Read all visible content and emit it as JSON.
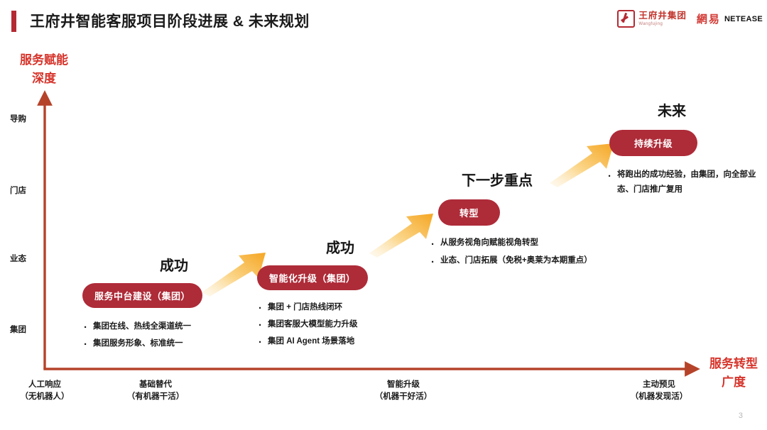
{
  "header": {
    "title": "王府井智能客服项目阶段进展 & 未来规划",
    "accent_color": "#B42A33",
    "logos": {
      "wangfujing": {
        "cn": "王府井集团",
        "en": "Wangfujing",
        "color": "#C0342C",
        "icon": "wangfujing-mark-icon"
      },
      "netease": {
        "cn": "網易",
        "en": "NETEASE",
        "cn_color": "#D33B36",
        "en_color": "#111111"
      }
    }
  },
  "axes": {
    "color": "#B5432A",
    "y": {
      "title_line1": "服务赋能",
      "title_line2": "深度",
      "title_color": "#D6342B",
      "ticks": [
        "导购",
        "门店",
        "业态",
        "集团"
      ]
    },
    "x": {
      "title_line1": "服务转型",
      "title_line2": "广度",
      "title_color": "#D6342B",
      "ticks": [
        {
          "main": "人工响应",
          "sub": "（无机器人）"
        },
        {
          "main": "基础替代",
          "sub": "（有机器干活）"
        },
        {
          "main": "智能升级",
          "sub": "（机器干好活）"
        },
        {
          "main": "主动预见",
          "sub": "（机器发现活）"
        }
      ]
    }
  },
  "stages": [
    {
      "heading": "成功",
      "pill": "服务中台建设（集团）",
      "bullets": [
        "集团在线、热线全渠道统一",
        "集团服务形象、标准统一"
      ]
    },
    {
      "heading": "成功",
      "pill": "智能化升级（集团）",
      "bullets": [
        "集团 + 门店热线闭环",
        "集团客服大模型能力升级",
        "集团 AI Agent 场景落地"
      ]
    },
    {
      "heading": "下一步重点",
      "pill": "转型",
      "bullets": [
        "从服务视角向赋能视角转型",
        "业态、门店拓展（免税+奥莱为本期重点）"
      ]
    },
    {
      "heading": "未来",
      "pill": "持续升级",
      "bullets": [
        "将跑出的成功经验，由集团，向全部业态、门店推广复用"
      ]
    }
  ],
  "theme": {
    "pill_color": "#AE2B38",
    "arrow_color_light": "#FDE9C4",
    "arrow_color_dark": "#F5A623"
  },
  "footer": {
    "page_number": "3"
  }
}
